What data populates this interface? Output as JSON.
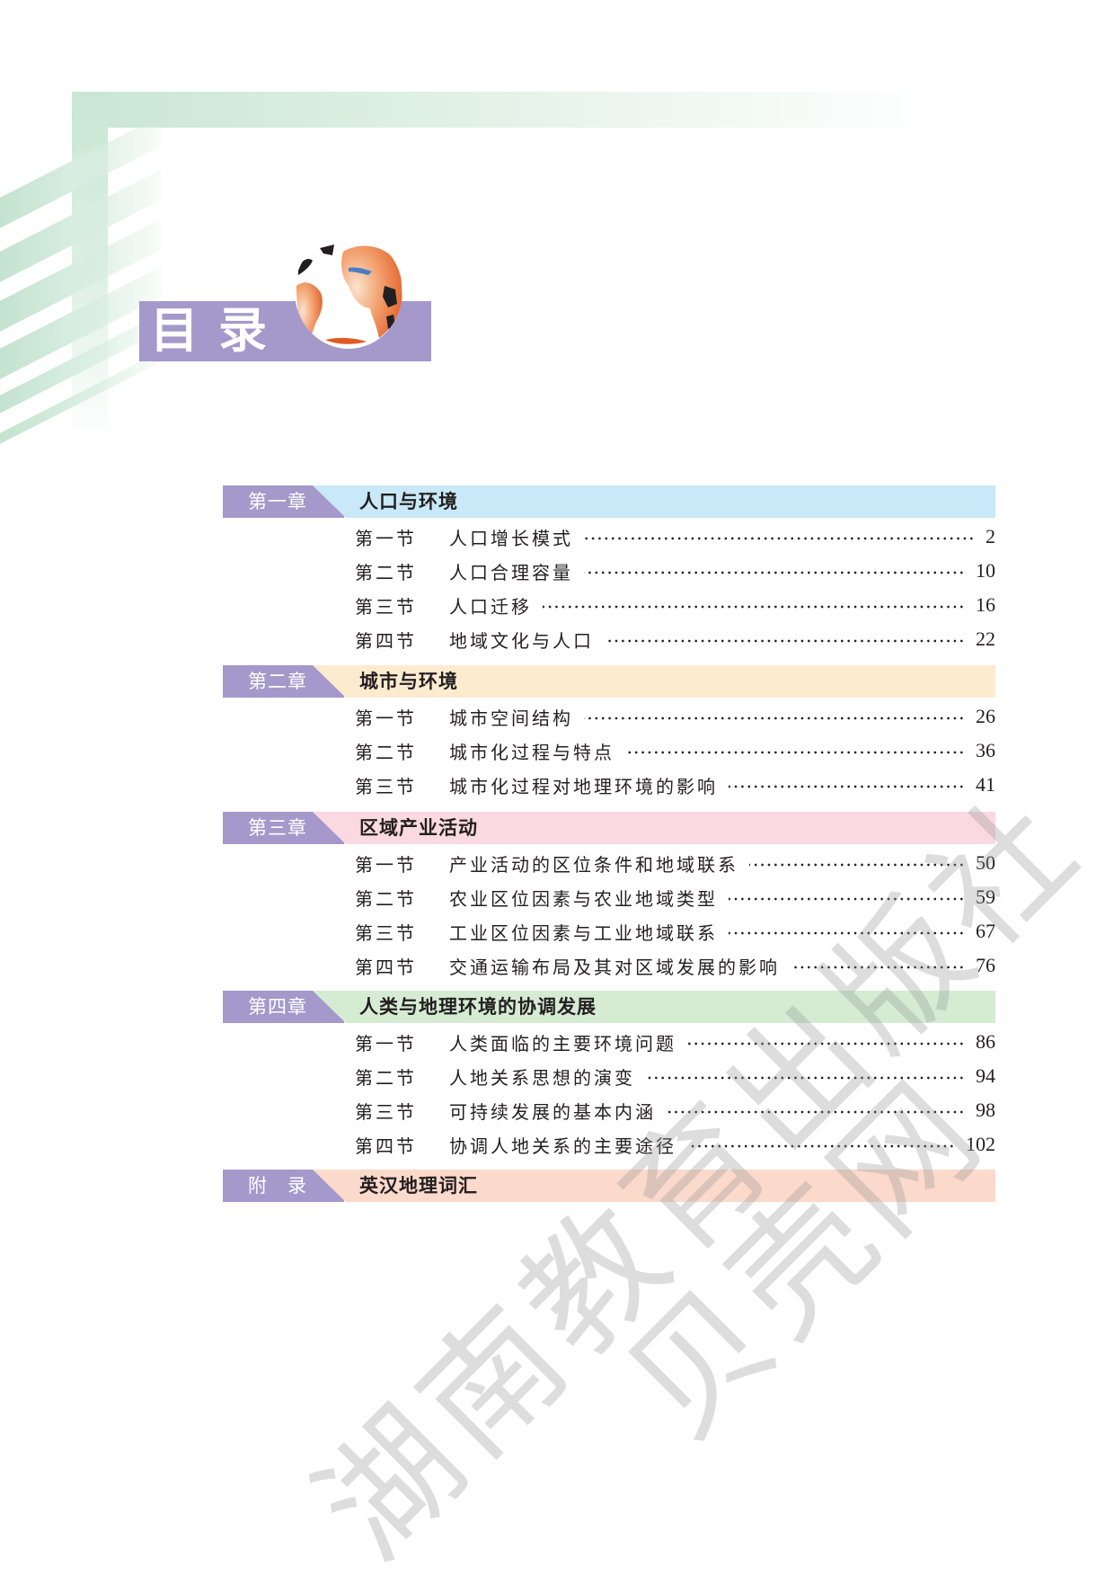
{
  "header": {
    "title": "目录"
  },
  "colors": {
    "label_purple": "#a598ca",
    "chapter_1": "#c9e8f8",
    "chapter_2": "#fdebd0",
    "chapter_3": "#fad9e2",
    "chapter_4": "#d5ecd3",
    "appendix": "#fbd9cb"
  },
  "chapters": [
    {
      "label": "第一章",
      "title": "人口与环境",
      "sections": [
        {
          "num": "第一节",
          "title": "人口增长模式",
          "page": "2"
        },
        {
          "num": "第二节",
          "title": "人口合理容量",
          "page": "10"
        },
        {
          "num": "第三节",
          "title": "人口迁移",
          "page": "16"
        },
        {
          "num": "第四节",
          "title": "地域文化与人口",
          "page": "22"
        }
      ]
    },
    {
      "label": "第二章",
      "title": "城市与环境",
      "sections": [
        {
          "num": "第一节",
          "title": "城市空间结构",
          "page": "26"
        },
        {
          "num": "第二节",
          "title": "城市化过程与特点",
          "page": "36"
        },
        {
          "num": "第三节",
          "title": "城市化过程对地理环境的影响",
          "page": "41"
        }
      ]
    },
    {
      "label": "第三章",
      "title": "区域产业活动",
      "sections": [
        {
          "num": "第一节",
          "title": "产业活动的区位条件和地域联系",
          "page": "50"
        },
        {
          "num": "第二节",
          "title": "农业区位因素与农业地域类型",
          "page": "59"
        },
        {
          "num": "第三节",
          "title": "工业区位因素与工业地域联系",
          "page": "67"
        },
        {
          "num": "第四节",
          "title": "交通运输布局及其对区域发展的影响",
          "page": "76"
        }
      ]
    },
    {
      "label": "第四章",
      "title": "人类与地理环境的协调发展",
      "sections": [
        {
          "num": "第一节",
          "title": "人类面临的主要环境问题",
          "page": "86"
        },
        {
          "num": "第二节",
          "title": "人地关系思想的演变",
          "page": "94"
        },
        {
          "num": "第三节",
          "title": "可持续发展的基本内涵",
          "page": "98"
        },
        {
          "num": "第四节",
          "title": "协调人地关系的主要途径",
          "page": "102"
        }
      ]
    }
  ],
  "appendix": {
    "label": "附　录",
    "title": "英汉地理词汇"
  },
  "watermark": {
    "line1": "湖南教育出版社",
    "line2": "贝壳网"
  },
  "icons": {
    "globe": "globe-icon"
  }
}
